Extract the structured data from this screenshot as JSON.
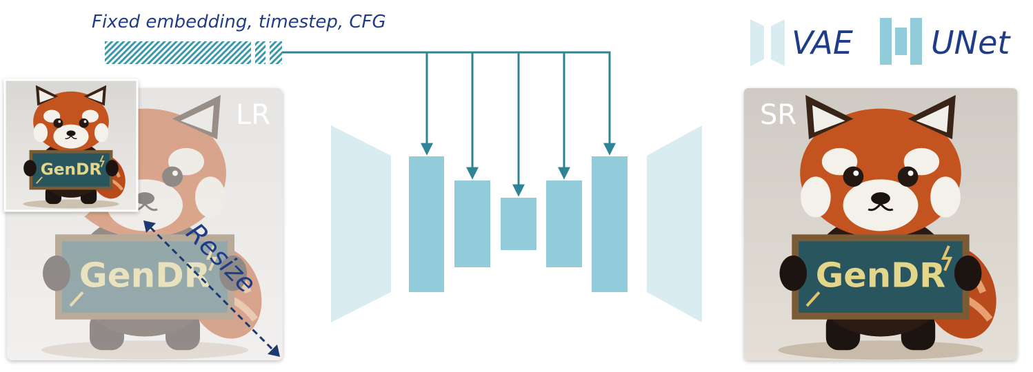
{
  "embedding_caption": "Fixed embedding, timestep, CFG",
  "legend": {
    "vae_label": "VAE",
    "unet_label": "UNet"
  },
  "lr_label": "LR",
  "sr_label": "SR",
  "resize_label": "Resize",
  "sign_text": "GenDR",
  "colors": {
    "vae": "#d8ecf2",
    "unet": "#92cbd9",
    "arrow": "#2e8496",
    "text_dark": "#1f3c88",
    "resize_arrow": "#1d3a70"
  }
}
